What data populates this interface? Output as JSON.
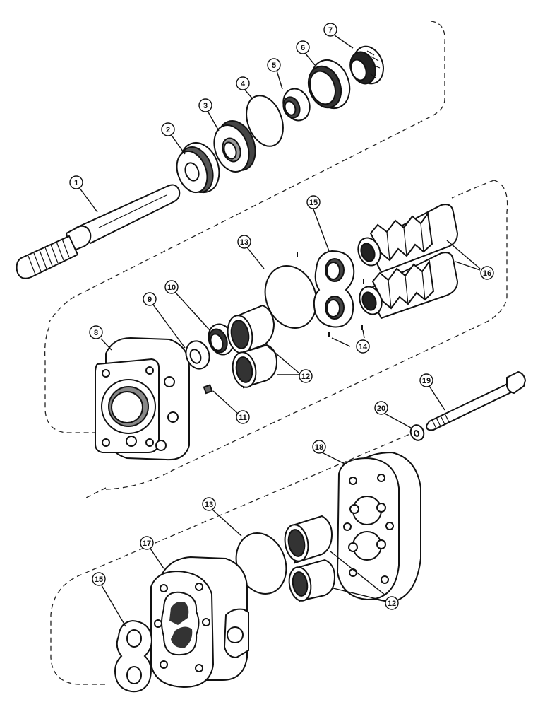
{
  "figure": {
    "callouts": [
      {
        "id": "c1",
        "text": "1"
      },
      {
        "id": "c2",
        "text": "2"
      },
      {
        "id": "c3",
        "text": "3"
      },
      {
        "id": "c4",
        "text": "4"
      },
      {
        "id": "c5",
        "text": "5"
      },
      {
        "id": "c6",
        "text": "6"
      },
      {
        "id": "c7",
        "text": "7"
      },
      {
        "id": "c8",
        "text": "8"
      },
      {
        "id": "c9",
        "text": "9"
      },
      {
        "id": "c10",
        "text": "10"
      },
      {
        "id": "c11",
        "text": "11"
      },
      {
        "id": "c12a",
        "text": "12"
      },
      {
        "id": "c12b",
        "text": "12"
      },
      {
        "id": "c13a",
        "text": "13"
      },
      {
        "id": "c13b",
        "text": "13"
      },
      {
        "id": "c14",
        "text": "14"
      },
      {
        "id": "c15a",
        "text": "15"
      },
      {
        "id": "c15b",
        "text": "15"
      },
      {
        "id": "c16",
        "text": "16"
      },
      {
        "id": "c17",
        "text": "17"
      },
      {
        "id": "c18",
        "text": "18"
      },
      {
        "id": "c19",
        "text": "19"
      },
      {
        "id": "c20",
        "text": "20"
      }
    ]
  }
}
